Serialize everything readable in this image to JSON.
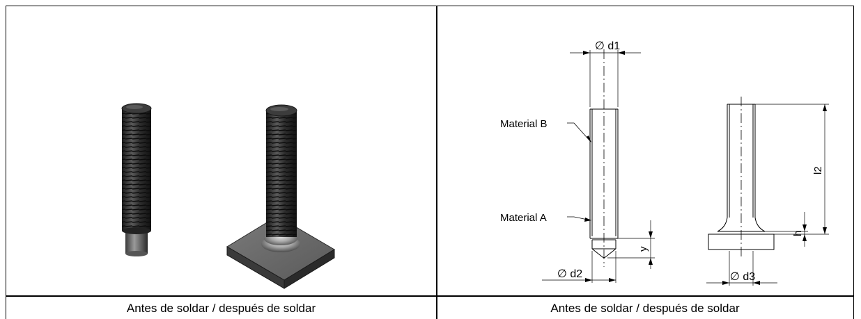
{
  "left_panel": {
    "caption": "Antes de soldar / después de soldar"
  },
  "right_panel": {
    "caption": "Antes de soldar / después de soldar",
    "labels": {
      "d1": "∅ d1",
      "d2": "∅ d2",
      "d3": "∅ d3",
      "material_b": "Material B",
      "material_a": "Material A",
      "y": "y",
      "h": "h",
      "l2": "l2"
    }
  }
}
